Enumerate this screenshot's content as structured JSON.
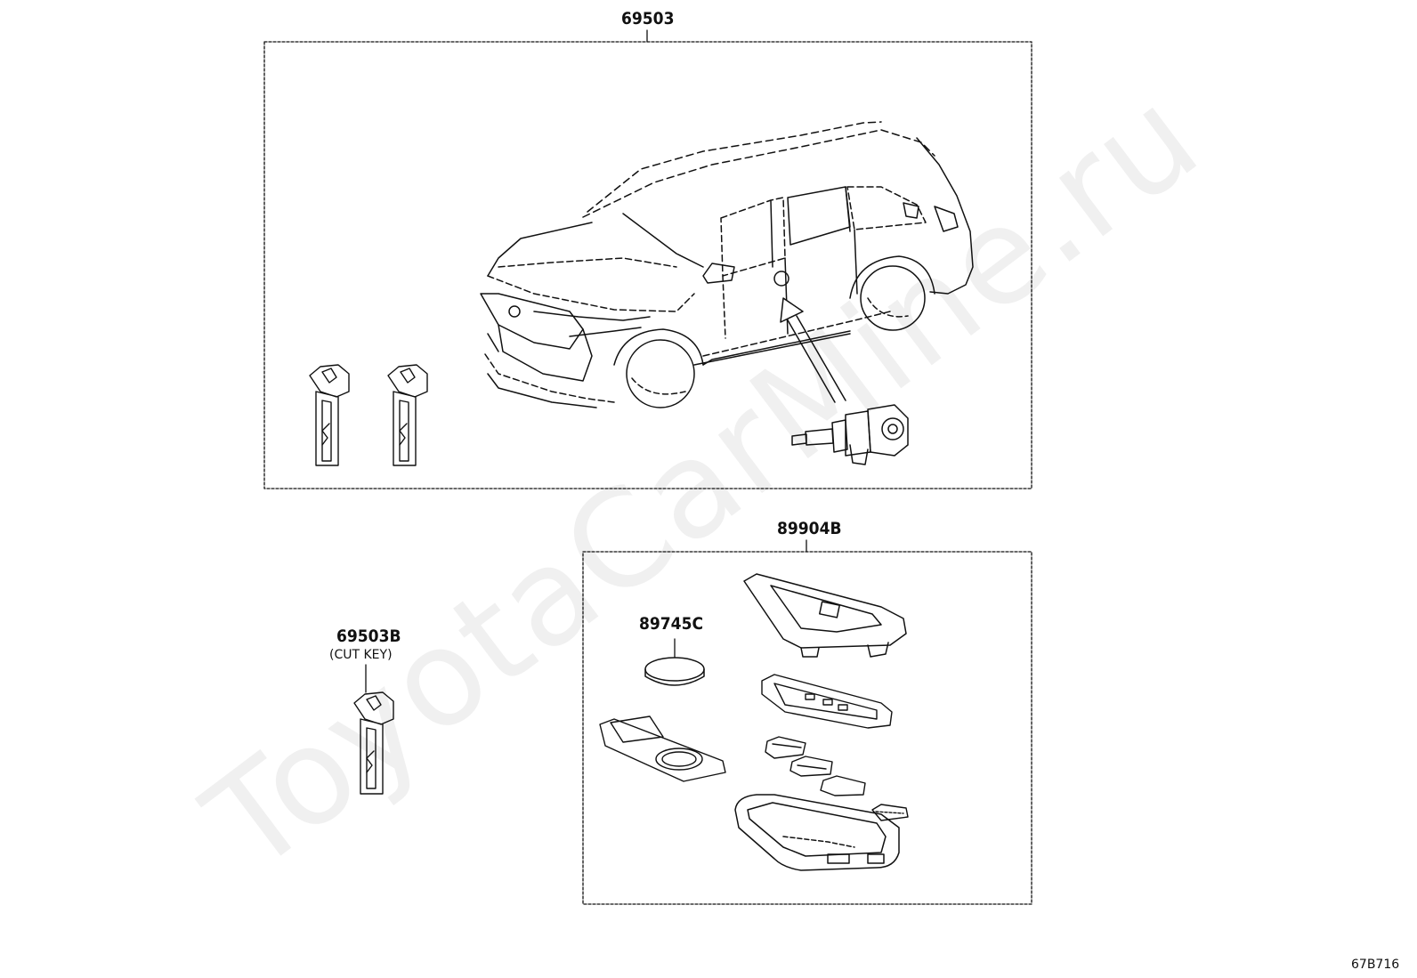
{
  "parts": {
    "kit_label": "69503",
    "remote_label": "89904B",
    "battery_label": "89745C",
    "cut_key_label": "69503B",
    "cut_key_note": "(CUT KEY)"
  },
  "watermark": "ToyotaCarMine.ru",
  "diagram_code": "67B716",
  "colors": {
    "line": "#111111",
    "background": "#ffffff",
    "watermark": "#e9e9e9"
  },
  "icons": [
    "car-outline-icon",
    "key-icon",
    "lock-cylinder-icon",
    "key-fob-icon",
    "coin-battery-icon"
  ]
}
